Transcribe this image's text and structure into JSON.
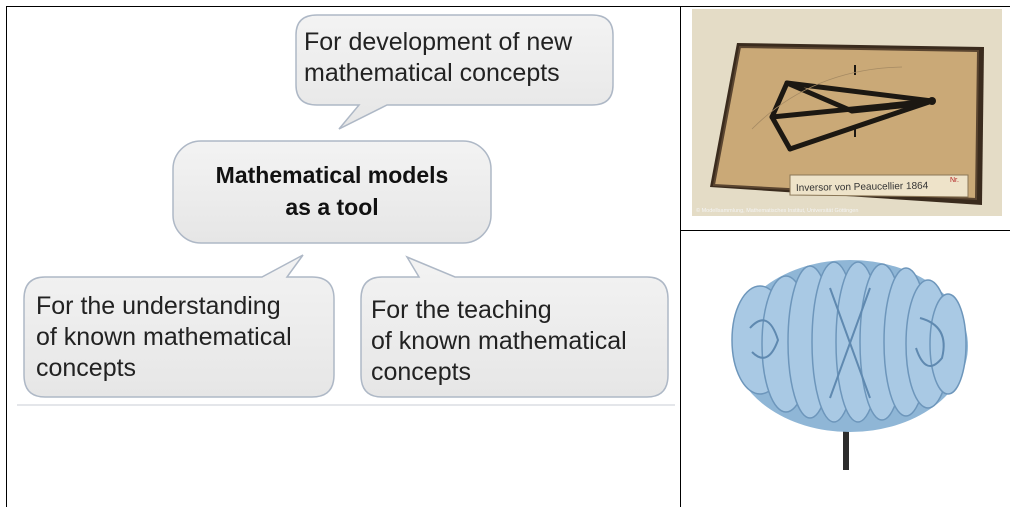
{
  "diagram": {
    "top_bubble": {
      "line1": "For development of new",
      "line2": "mathematical concepts"
    },
    "center": {
      "line1": "Mathematical models",
      "line2": "as a tool"
    },
    "left_bubble": {
      "line1": "For the understanding",
      "line2": "of known mathematical",
      "line3": "concepts"
    },
    "right_bubble": {
      "line1": "For the teaching",
      "line2": "of known mathematical",
      "line3": "concepts"
    }
  },
  "photo_top": {
    "label_line1": "Inversor von Peaucellier 1864",
    "label_tag": "Nr.",
    "caption": "© Modellsammlung, Mathematisches Institut, Universität Göttingen"
  },
  "colors": {
    "bubble_fill": "#eeeeee",
    "bubble_stroke": "#aeb8c6",
    "model_blue": "#8fb6d6",
    "board": "#c9a878",
    "background_photo": "#e8e1cf"
  }
}
